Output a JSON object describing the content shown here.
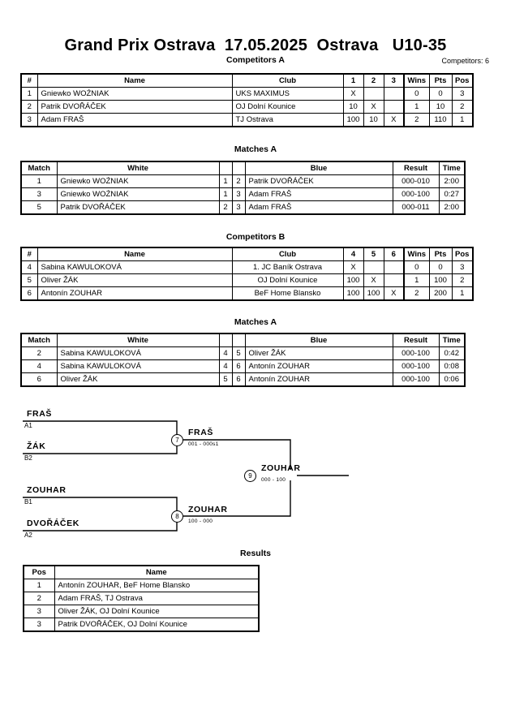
{
  "header": {
    "title": "Grand Prix Ostrava  17.05.2025  Ostrava   U10-35",
    "competitors_count": "Competitors: 6"
  },
  "sections": {
    "competitors_a": "Competitors A",
    "matches_a1": "Matches A",
    "competitors_b": "Competitors B",
    "matches_a2": "Matches A",
    "results": "Results"
  },
  "competitors_table_a": {
    "headers": [
      "#",
      "Name",
      "Club",
      "1",
      "2",
      "3",
      "Wins",
      "Pts",
      "Pos"
    ],
    "rows": [
      {
        "num": "1",
        "name": "Gniewko WOŹNIAK",
        "club": "UKS MAXIMUS",
        "m1": "X",
        "m2": "",
        "m3": "",
        "wins": "0",
        "pts": "0",
        "pos": "3"
      },
      {
        "num": "2",
        "name": "Patrik DVOŘÁČEK",
        "club": "OJ Dolní Kounice",
        "m1": "10",
        "m2": "X",
        "m3": "",
        "wins": "1",
        "pts": "10",
        "pos": "2"
      },
      {
        "num": "3",
        "name": "Adam FRAŠ",
        "club": "TJ Ostrava",
        "m1": "100",
        "m2": "10",
        "m3": "X",
        "wins": "2",
        "pts": "110",
        "pos": "1"
      }
    ]
  },
  "matches_table_a1": {
    "headers": [
      "Match",
      "White",
      "",
      "",
      "Blue",
      "Result",
      "Time"
    ],
    "rows": [
      {
        "match": "1",
        "white": "Gniewko WOŹNIAK",
        "wnum": "1",
        "bnum": "2",
        "blue": "Patrik DVOŘÁČEK",
        "result": "000-010",
        "time": "2:00"
      },
      {
        "match": "3",
        "white": "Gniewko WOŹNIAK",
        "wnum": "1",
        "bnum": "3",
        "blue": "Adam FRAŠ",
        "result": "000-100",
        "time": "0:27"
      },
      {
        "match": "5",
        "white": "Patrik DVOŘÁČEK",
        "wnum": "2",
        "bnum": "3",
        "blue": "Adam FRAŠ",
        "result": "000-011",
        "time": "2:00"
      }
    ]
  },
  "competitors_table_b": {
    "headers": [
      "#",
      "Name",
      "Club",
      "4",
      "5",
      "6",
      "Wins",
      "Pts",
      "Pos"
    ],
    "rows": [
      {
        "num": "4",
        "name": "Sabina KAWULOKOVÁ",
        "club": "1. JC Baník Ostrava",
        "m1": "X",
        "m2": "",
        "m3": "",
        "wins": "0",
        "pts": "0",
        "pos": "3"
      },
      {
        "num": "5",
        "name": "Oliver ŽÁK",
        "club": "OJ Dolní Kounice",
        "m1": "100",
        "m2": "X",
        "m3": "",
        "wins": "1",
        "pts": "100",
        "pos": "2"
      },
      {
        "num": "6",
        "name": "Antonín ZOUHAR",
        "club": "BeF Home Blansko",
        "m1": "100",
        "m2": "100",
        "m3": "X",
        "wins": "2",
        "pts": "200",
        "pos": "1"
      }
    ]
  },
  "matches_table_a2": {
    "headers": [
      "Match",
      "White",
      "",
      "",
      "Blue",
      "Result",
      "Time"
    ],
    "rows": [
      {
        "match": "2",
        "white": "Sabina KAWULOKOVÁ",
        "wnum": "4",
        "bnum": "5",
        "blue": "Oliver ŽÁK",
        "result": "000-100",
        "time": "0:42"
      },
      {
        "match": "4",
        "white": "Sabina KAWULOKOVÁ",
        "wnum": "4",
        "bnum": "6",
        "blue": "Antonín ZOUHAR",
        "result": "000-100",
        "time": "0:08"
      },
      {
        "match": "6",
        "white": "Oliver ŽÁK",
        "wnum": "5",
        "bnum": "6",
        "blue": "Antonín ZOUHAR",
        "result": "000-100",
        "time": "0:06"
      }
    ]
  },
  "bracket": {
    "entrants": [
      {
        "name": "FRAŠ",
        "seed": "A1"
      },
      {
        "name": "ŽÁK",
        "seed": "B2"
      },
      {
        "name": "ZOUHAR",
        "seed": "B1"
      },
      {
        "name": "DVOŘÁČEK",
        "seed": "A2"
      }
    ],
    "matches": [
      {
        "number": "7",
        "winner": "FRAŠ",
        "score": "001 - 000s1"
      },
      {
        "number": "8",
        "winner": "ZOUHAR",
        "score": "100 - 000"
      },
      {
        "number": "9",
        "winner": "ZOUHAR",
        "score": "000 - 100"
      }
    ]
  },
  "results_table": {
    "headers": [
      "Pos",
      "Name"
    ],
    "rows": [
      {
        "pos": "1",
        "name": "Antonín ZOUHAR, BeF Home Blansko"
      },
      {
        "pos": "2",
        "name": "Adam FRAŠ, TJ Ostrava"
      },
      {
        "pos": "3",
        "name": "Oliver ŽÁK, OJ Dolní Kounice"
      },
      {
        "pos": "3",
        "name": "Patrik DVOŘÁČEK, OJ Dolní Kounice"
      }
    ]
  }
}
